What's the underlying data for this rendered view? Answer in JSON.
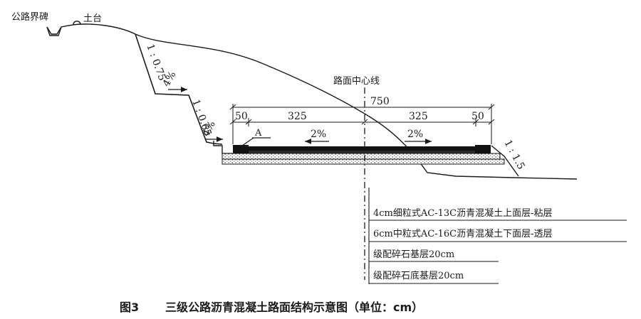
{
  "labels": {
    "boundary_stone": "公路界碑",
    "earth_platform": "土台",
    "road_center_line": "路面中心线",
    "point_a": "A"
  },
  "slopes": {
    "upper_cut": "1 : 0.75",
    "lower_cut": "1 : 0.65",
    "fill": "1 : 1.5"
  },
  "gradients": {
    "berm_upper": "4%",
    "berm_lower": "4%",
    "cross_left": "2%",
    "cross_right": "2%"
  },
  "dimensions": {
    "total": "750",
    "left_shoulder": "50",
    "left_lane": "325",
    "right_lane": "325",
    "right_shoulder": "50"
  },
  "layers": [
    "4cm细粒式AC-13C沥青混凝土上面层-粘层",
    "6cm中粒式AC-16C沥青混凝土下面层-透层",
    "级配碎石基层20cm",
    "级配碎石底基层20cm"
  ],
  "caption": {
    "figure_no": "图3",
    "title": "三级公路沥青混凝土路面结构示意图（单位：cm）"
  },
  "colors": {
    "line": "#1a1a1a",
    "pavement": "#111111"
  }
}
